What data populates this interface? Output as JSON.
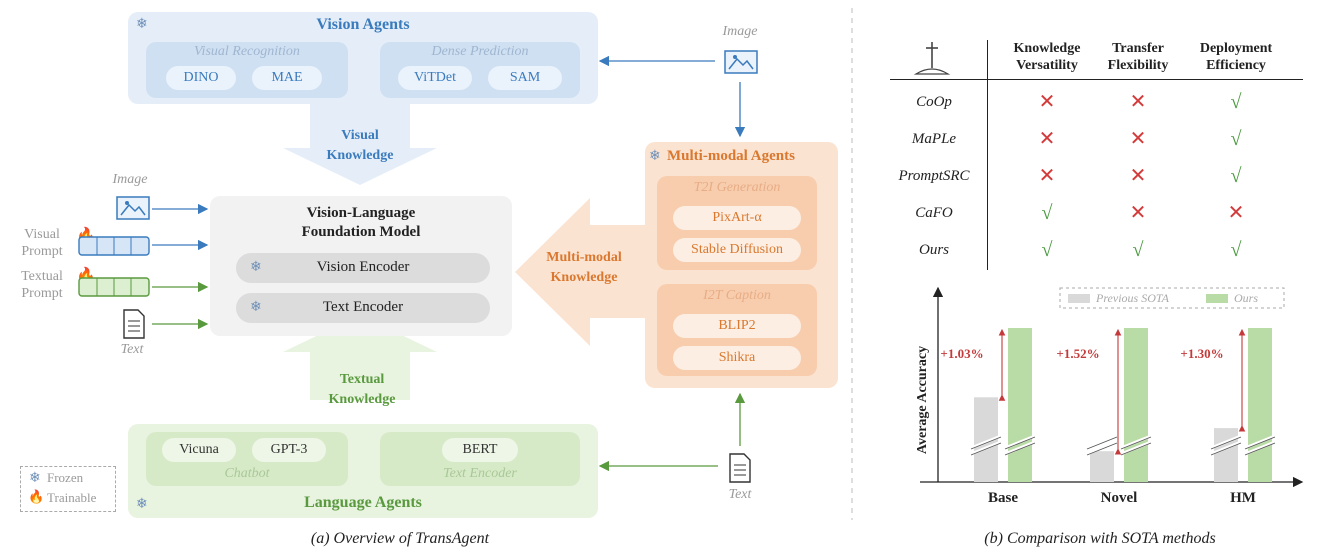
{
  "left": {
    "vision_agents": {
      "title": "Vision Agents",
      "groups": [
        {
          "label": "Visual Recognition",
          "items": [
            "DINO",
            "MAE"
          ]
        },
        {
          "label": "Dense Prediction",
          "items": [
            "ViTDet",
            "SAM"
          ]
        }
      ]
    },
    "visual_knowledge": "Visual Knowledge",
    "textual_knowledge": "Textual Knowledge",
    "multimodal_knowledge": "Multi-modal Knowledge",
    "vlfm": {
      "title": "Vision-Language Foundation Model",
      "vision_encoder": "Vision Encoder",
      "text_encoder": "Text Encoder"
    },
    "inputs": {
      "image": "Image",
      "visual_prompt": "Visual Prompt",
      "textual_prompt": "Textual Prompt",
      "text": "Text"
    },
    "multimodal_agents": {
      "title": "Multi-modal Agents",
      "groups": [
        {
          "label": "T2I Generation",
          "items": [
            "PixArt-α",
            "Stable Diffusion"
          ]
        },
        {
          "label": "I2T Caption",
          "items": [
            "BLIP2",
            "Shikra"
          ]
        }
      ]
    },
    "language_agents": {
      "title": "Language Agents",
      "groups": [
        {
          "label": "Chatbot",
          "items": [
            "Vicuna",
            "GPT-3"
          ]
        },
        {
          "label": "Text Encoder",
          "items": [
            "BERT"
          ]
        }
      ]
    },
    "right_image_label": "Image",
    "right_text_label": "Text",
    "legend": {
      "frozen": "Frozen",
      "trainable": "Trainable"
    },
    "caption": "(a) Overview of TransAgent"
  },
  "right": {
    "table": {
      "columns": [
        "Knowledge Versatility",
        "Transfer Flexibility",
        "Deployment Efficiency"
      ],
      "rows": [
        {
          "method": "CoOp",
          "marks": [
            "x",
            "x",
            "v"
          ]
        },
        {
          "method": "MaPLe",
          "marks": [
            "x",
            "x",
            "v"
          ]
        },
        {
          "method": "PromptSRC",
          "marks": [
            "x",
            "x",
            "v"
          ]
        },
        {
          "method": "CaFO",
          "marks": [
            "v",
            "x",
            "x"
          ]
        },
        {
          "method": "Ours",
          "marks": [
            "v",
            "v",
            "v"
          ]
        }
      ],
      "cross_symbol": "✕",
      "check_symbol": "√"
    },
    "caption": "(b) Comparison with SOTA methods"
  },
  "colors": {
    "blue": "#3a7bbd",
    "orange": "#d9782e",
    "green": "#5a9a3f",
    "vision_bg": "#e5eef8",
    "mm_bg": "#fbe3d2",
    "lang_bg": "#e8f3e0",
    "bar_prev": "#d9d9d9",
    "bar_ours": "#b9dca6",
    "delta": "#c43a3a"
  },
  "chart_data": {
    "type": "bar",
    "categories": [
      "Base",
      "Novel",
      "HM"
    ],
    "series": [
      {
        "name": "Previous SOTA",
        "values": [
          0.55,
          0.2,
          0.35
        ]
      },
      {
        "name": "Ours",
        "values": [
          1.0,
          1.0,
          1.0
        ]
      }
    ],
    "value_units": "relative bar height within the broken axis (no numeric ticks printed)",
    "deltas": [
      "+1.03%",
      "+1.52%",
      "+1.30%"
    ],
    "ylabel": "Average Accuracy",
    "xlabel": "",
    "axis_break": true,
    "legend_position": "top"
  }
}
